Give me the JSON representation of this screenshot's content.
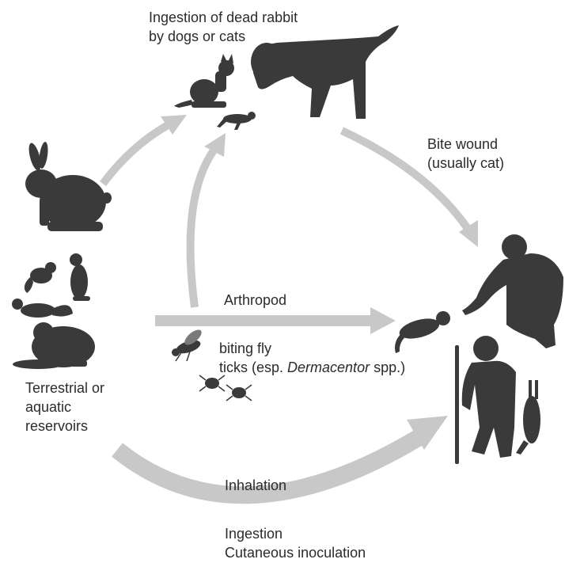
{
  "labels": {
    "ingestion_dead_rabbit": [
      "Ingestion of dead rabbit",
      "by dogs or cats"
    ],
    "bite_wound": [
      "Bite wound",
      "(usually cat)"
    ],
    "arthropod": "Arthropod",
    "vectors": {
      "line1": "biting fly",
      "line2_prefix": "ticks (esp. ",
      "line2_italic": "Dermacentor",
      "line2_suffix": " spp.)"
    },
    "reservoirs": [
      "Terrestrial or",
      "aquatic",
      "reservoirs"
    ],
    "inhalation": "Inhalation",
    "other_routes": [
      "Ingestion",
      "Cutaneous inoculation"
    ]
  },
  "colors": {
    "silhouette": "#3a3a3a",
    "arrow": "#c8c8c8",
    "text": "#2b2b2b"
  },
  "icons": [
    "rabbit-icon",
    "chipmunk-icon",
    "prairie-dog-icon",
    "squirrel-icon",
    "beaver-icon",
    "cat-icon",
    "dog-icon",
    "dead-rabbit-icon",
    "fly-icon",
    "tick-icon",
    "cat-biting-icon",
    "person-reaching-icon",
    "hunter-icon",
    "hanging-rabbit-icon"
  ]
}
